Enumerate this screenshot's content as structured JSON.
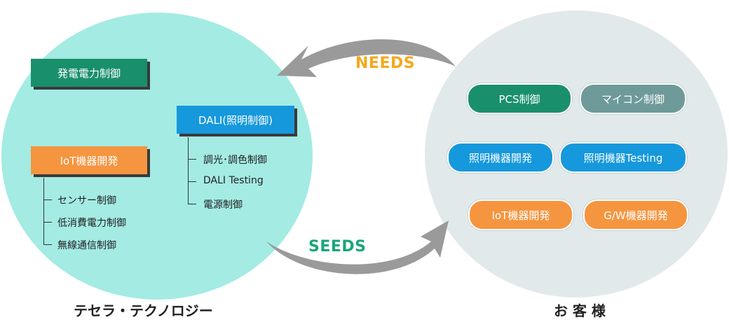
{
  "left": {
    "caption": "テセラ・テクノロジー",
    "box_power": "発電電力制御",
    "box_iot": "IoT機器開発",
    "box_dali": "DALI(照明制御)",
    "iot_items": [
      "センサー制御",
      "低消費電力制御",
      "無線通信制御"
    ],
    "dali_items": [
      "調光･調色制御",
      "DALI Testing",
      "電源制御"
    ]
  },
  "right": {
    "caption": "お 客 様",
    "pills": [
      "PCS制御",
      "マイコン制御",
      "照明機器開発",
      "照明機器Testing",
      "IoT機器開発",
      "G/W機器開発"
    ]
  },
  "arrows": {
    "needs": "NEEDS",
    "seeds": "SEEDS"
  },
  "colors": {
    "left_circle": "#a3ebe3",
    "right_circle": "#e2e9eb",
    "green": "#1a8f6c",
    "blue": "#1698dc",
    "orange": "#f5953f",
    "grey": "#6e9a9a",
    "needs_text": "#f5a81c",
    "seeds_text": "#1aa67a",
    "arrow": "#9a9a9a"
  }
}
